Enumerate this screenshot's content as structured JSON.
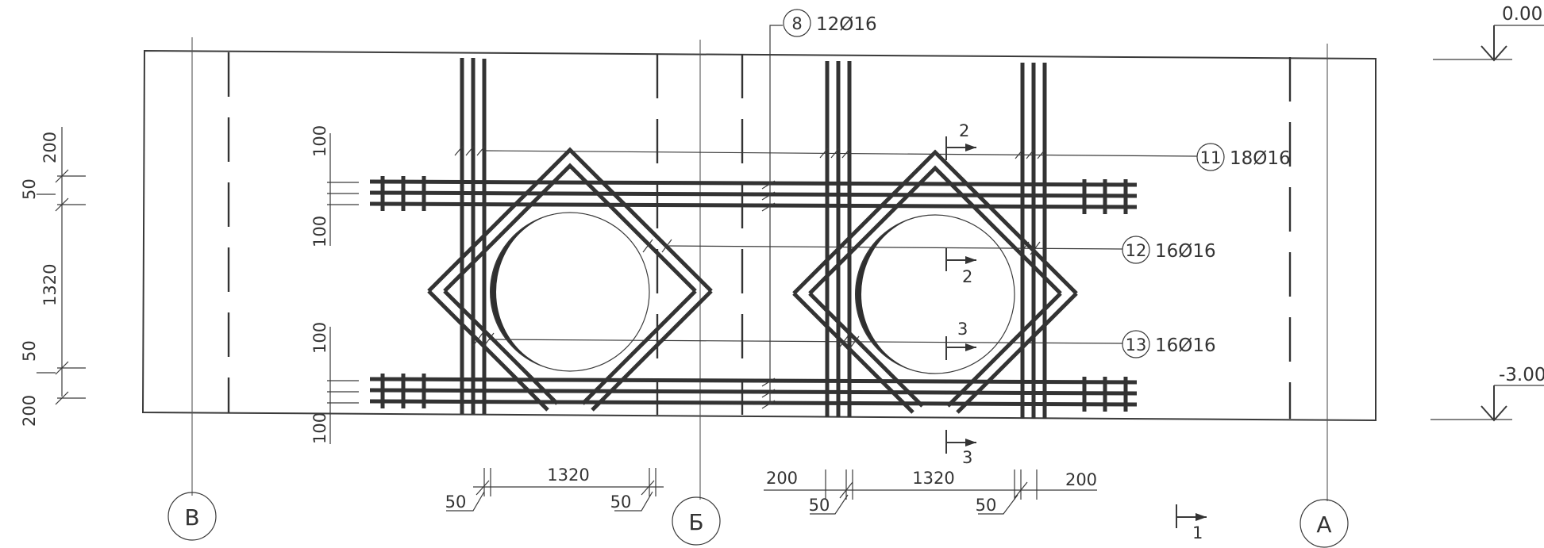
{
  "levels": {
    "top": "0.00",
    "bottom": "-3.00"
  },
  "axes": {
    "left": "В",
    "middle": "Б",
    "right": "А"
  },
  "callouts": [
    {
      "number": "8",
      "spec": "12Ø16"
    },
    {
      "number": "11",
      "spec": "18Ø16"
    },
    {
      "number": "12",
      "spec": "16Ø16"
    },
    {
      "number": "13",
      "spec": "16Ø16"
    }
  ],
  "sections": {
    "s1": "1",
    "s2": "2",
    "s3": "3"
  },
  "left_dims": {
    "a": "200",
    "b": "50",
    "c": "1320",
    "d": "50",
    "e": "200"
  },
  "inner_dims": {
    "a": "100",
    "b": "100",
    "c": "100",
    "d": "100"
  },
  "bottom_dims": {
    "left_span": "1320",
    "left_a": "50",
    "left_b": "50",
    "right_200a": "200",
    "right_span": "1320",
    "right_200b": "200",
    "right_a": "50",
    "right_b": "50"
  },
  "colors": {
    "ink": "#333333",
    "background": "#ffffff"
  }
}
